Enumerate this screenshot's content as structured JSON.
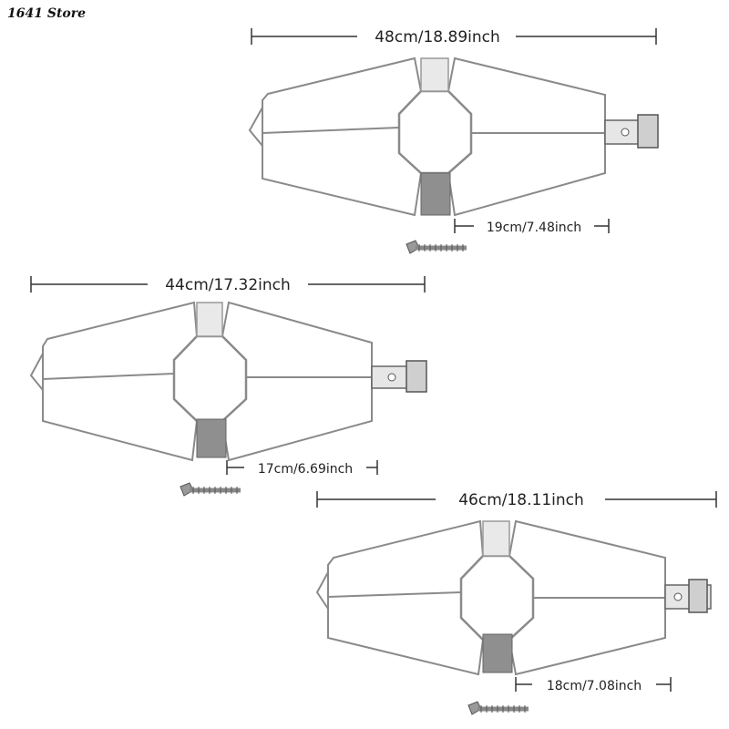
{
  "store_watermark": "1641 Store",
  "products": [
    {
      "length_label": "48cm/18.89inch",
      "center_label": "19cm/7.48inch"
    },
    {
      "length_label": "44cm/17.32inch",
      "center_label": "17cm/6.69inch"
    },
    {
      "length_label": "46cm/18.11inch",
      "center_label": "18cm/7.08inch"
    }
  ]
}
